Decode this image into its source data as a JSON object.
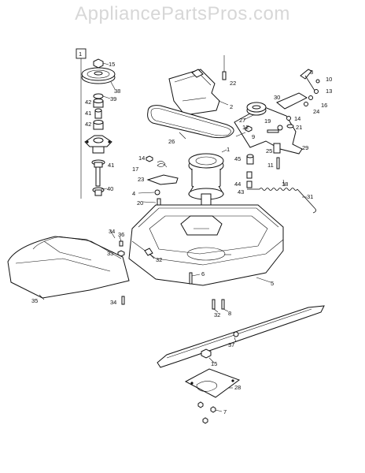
{
  "watermark": "AppliancePartsPros.com",
  "kit_box_label": "1",
  "part_labels": [
    {
      "id": "p15a",
      "text": "15"
    },
    {
      "id": "p38",
      "text": "38"
    },
    {
      "id": "p39",
      "text": "39"
    },
    {
      "id": "p42a",
      "text": "42"
    },
    {
      "id": "p41a",
      "text": "41"
    },
    {
      "id": "p42b",
      "text": "42"
    },
    {
      "id": "p41b",
      "text": "41"
    },
    {
      "id": "p40",
      "text": "40"
    },
    {
      "id": "p22",
      "text": "22"
    },
    {
      "id": "p2",
      "text": "2"
    },
    {
      "id": "p26",
      "text": "26"
    },
    {
      "id": "p1",
      "text": "1"
    },
    {
      "id": "p3",
      "text": "3"
    },
    {
      "id": "p10",
      "text": "10"
    },
    {
      "id": "p13",
      "text": "13"
    },
    {
      "id": "p30",
      "text": "30"
    },
    {
      "id": "p16",
      "text": "16"
    },
    {
      "id": "p24",
      "text": "24"
    },
    {
      "id": "p27",
      "text": "27"
    },
    {
      "id": "p19",
      "text": "19"
    },
    {
      "id": "p14a",
      "text": "14"
    },
    {
      "id": "p21",
      "text": "21"
    },
    {
      "id": "p12",
      "text": "12"
    },
    {
      "id": "p9",
      "text": "9"
    },
    {
      "id": "p25",
      "text": "25"
    },
    {
      "id": "p29",
      "text": "29"
    },
    {
      "id": "p11",
      "text": "11"
    },
    {
      "id": "p14b",
      "text": "14"
    },
    {
      "id": "p17",
      "text": "17"
    },
    {
      "id": "p23",
      "text": "23"
    },
    {
      "id": "p4",
      "text": "4"
    },
    {
      "id": "p20",
      "text": "20"
    },
    {
      "id": "p45",
      "text": "45"
    },
    {
      "id": "p44",
      "text": "44"
    },
    {
      "id": "p43",
      "text": "43"
    },
    {
      "id": "p18",
      "text": "18"
    },
    {
      "id": "p31",
      "text": "31"
    },
    {
      "id": "p34a",
      "text": "34"
    },
    {
      "id": "p36",
      "text": "36"
    },
    {
      "id": "p33",
      "text": "33"
    },
    {
      "id": "p32a",
      "text": "32"
    },
    {
      "id": "p35",
      "text": "35"
    },
    {
      "id": "p34b",
      "text": "34"
    },
    {
      "id": "p6",
      "text": "6"
    },
    {
      "id": "p5",
      "text": "5"
    },
    {
      "id": "p32b",
      "text": "32"
    },
    {
      "id": "p8",
      "text": "8"
    },
    {
      "id": "p37",
      "text": "37"
    },
    {
      "id": "p15b",
      "text": "15"
    },
    {
      "id": "p28",
      "text": "28"
    },
    {
      "id": "p7",
      "text": "7"
    }
  ]
}
